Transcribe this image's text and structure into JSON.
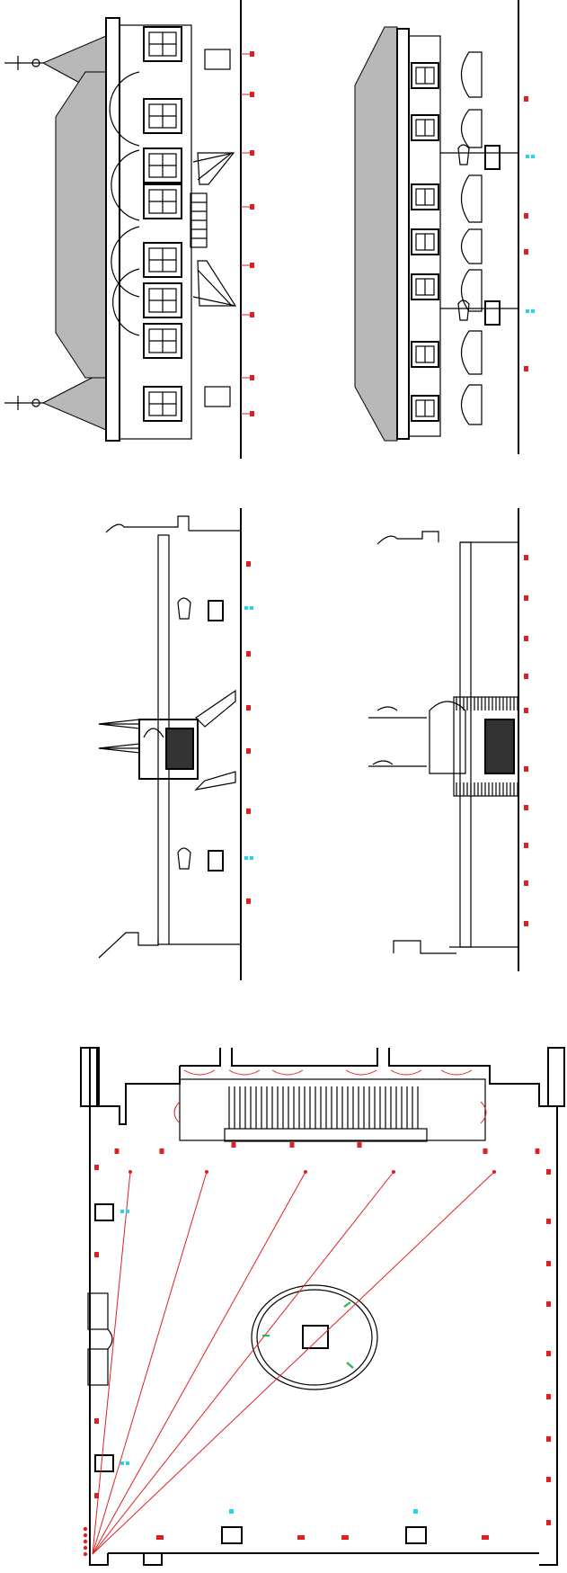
{
  "colors": {
    "background": "#ffffff",
    "linework": "#000000",
    "roof_fill": "#b8b8b8",
    "fixture_marker": "#e02020",
    "speaker_marker": "#2ad4e6",
    "green_marker": "#2ab84a"
  },
  "drawings": [
    {
      "id": "elevation-1",
      "kind": "building-elevation-with-spires"
    },
    {
      "id": "elevation-2",
      "kind": "building-elevation-with-arches"
    },
    {
      "id": "section-1",
      "kind": "section-with-double-staircase"
    },
    {
      "id": "section-2",
      "kind": "section-with-altar"
    },
    {
      "id": "floor-plan",
      "kind": "floor-plan-with-sight-lines"
    }
  ]
}
